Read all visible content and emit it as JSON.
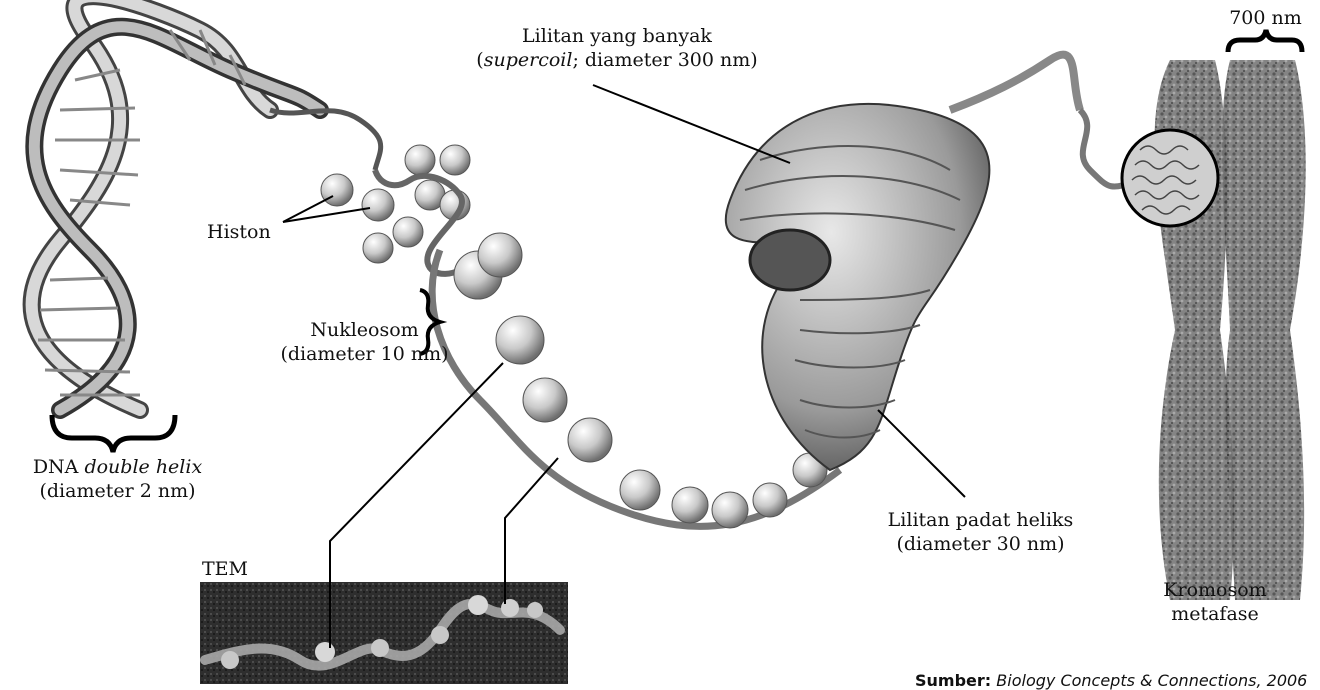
{
  "labels": {
    "dna_line1_prefix": "DNA ",
    "dna_line1_italic": "double helix",
    "dna_line2": "(diameter 2 nm)",
    "histon": "Histon",
    "nukleosom_line1": "Nukleosom",
    "nukleosom_line2": "(diameter 10 nm)",
    "supercoil_line1": "Lilitan yang banyak",
    "supercoil_line2_open": "(",
    "supercoil_line2_italic": "supercoil",
    "supercoil_line2_rest": "; diameter 300 nm)",
    "helix_line1": "Lilitan padat heliks",
    "helix_line2": "(diameter 30 nm)",
    "width_700": "700 nm",
    "kromosom_line1": "Kromosom",
    "kromosom_line2": "metafase",
    "tem": "TEM"
  },
  "credit": {
    "bold": "Sumber:",
    "italic": "Biology Concepts & Connections, 2006"
  }
}
